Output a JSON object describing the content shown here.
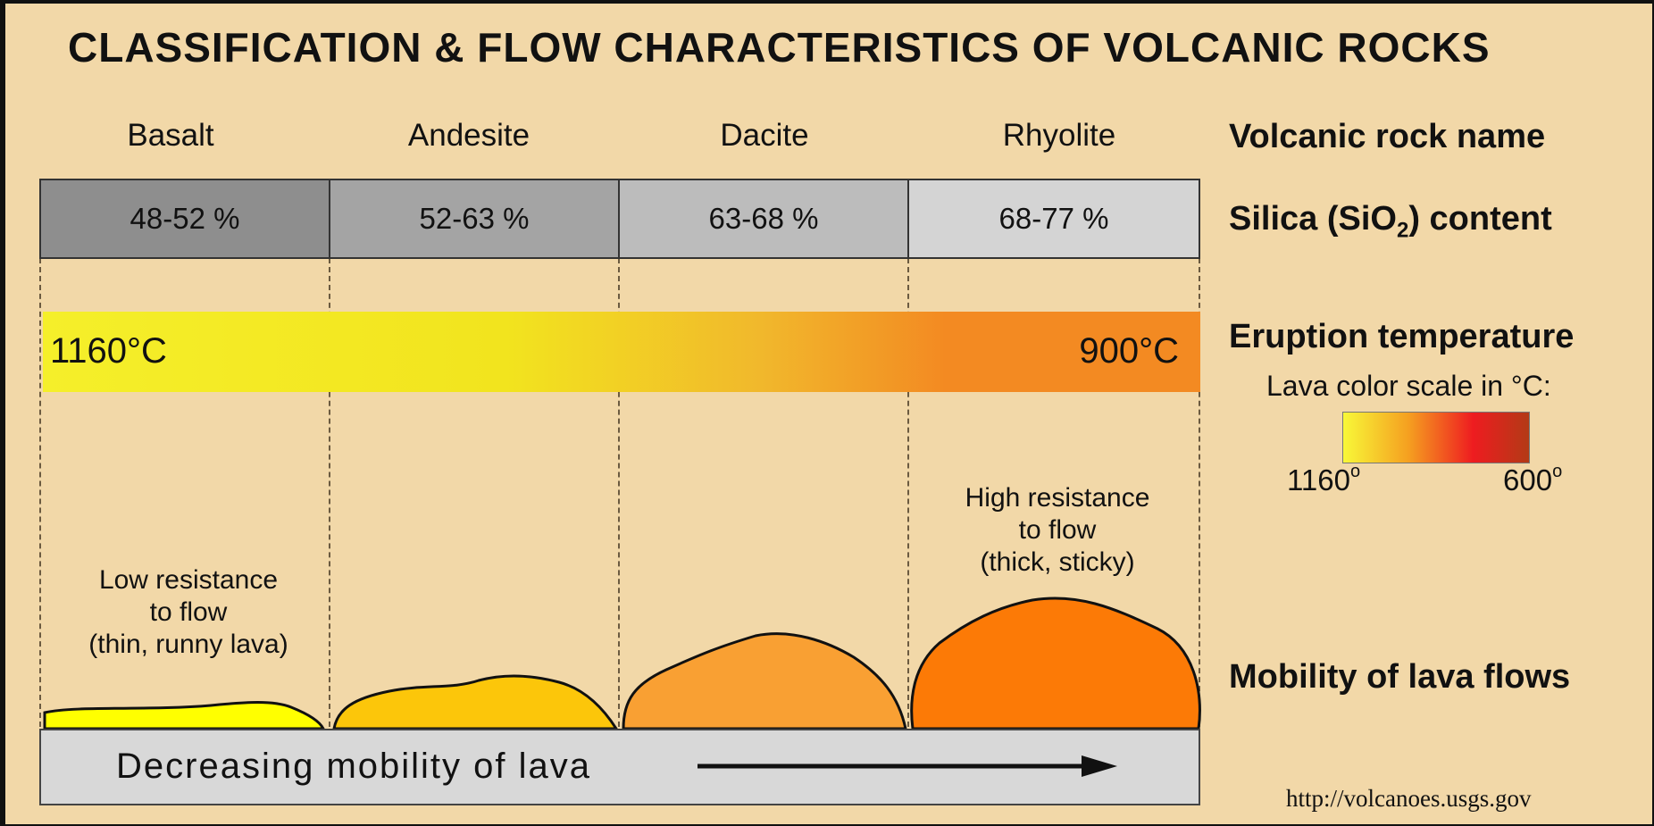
{
  "title": "CLASSIFICATION & FLOW CHARACTERISTICS OF VOLCANIC ROCKS",
  "rocks": [
    {
      "name": "Basalt",
      "silica": "48-52 %",
      "silica_color": "#8e8e8e"
    },
    {
      "name": "Andesite",
      "silica": "52-63 %",
      "silica_color": "#a4a4a4"
    },
    {
      "name": "Dacite",
      "silica": "63-68 %",
      "silica_color": "#bcbcbc"
    },
    {
      "name": "Rhyolite",
      "silica": "68-77 %",
      "silica_color": "#d4d4d4"
    }
  ],
  "row_labels": {
    "rock_name": "Volcanic rock name",
    "silica_prefix": "Silica (SiO",
    "silica_sub": "2",
    "silica_suffix": ") content",
    "eruption_temp": "Eruption temperature",
    "mobility": "Mobility of lava flows"
  },
  "temperature_bar": {
    "left_label": "1160°C",
    "right_label": "900°C",
    "color_start": "#f5ef2a",
    "color_end": "#f38a22"
  },
  "color_scale": {
    "title": "Lava color scale in °C:",
    "low_label": "1160",
    "high_label": "600",
    "deg": "o",
    "colors": [
      "#f8f838",
      "#f5a020",
      "#ee1c20",
      "#b33a16"
    ]
  },
  "flow_notes": {
    "low": [
      "Low resistance",
      "to flow",
      "(thin, runny lava)"
    ],
    "high": [
      "High resistance",
      "to flow",
      "(thick, sticky)"
    ]
  },
  "flow_colors": [
    "#ffff00",
    "#fcc60a",
    "#f9a033",
    "#fc7a06"
  ],
  "mobility_bar": {
    "label": "Decreasing mobility of lava",
    "color": "#d8d8d8"
  },
  "source_url": "http://volcanoes.usgs.gov"
}
